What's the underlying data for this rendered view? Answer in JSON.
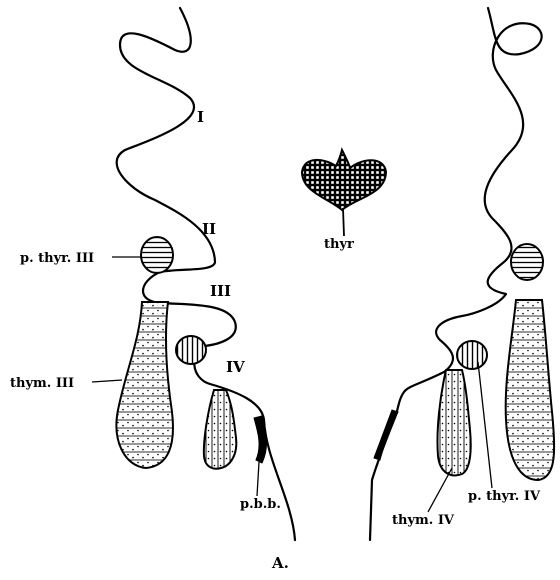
{
  "figure": {
    "caption": "A.",
    "arches": [
      "I",
      "II",
      "III",
      "IV"
    ],
    "labels": {
      "thyr": "thyr",
      "p_thyr_iii": "p. thyr. III",
      "thym_iii": "thym. III",
      "p_b_b": "p.b.b.",
      "thym_iv": "thym. IV",
      "p_thyr_iv": "p. thyr. IV"
    }
  }
}
